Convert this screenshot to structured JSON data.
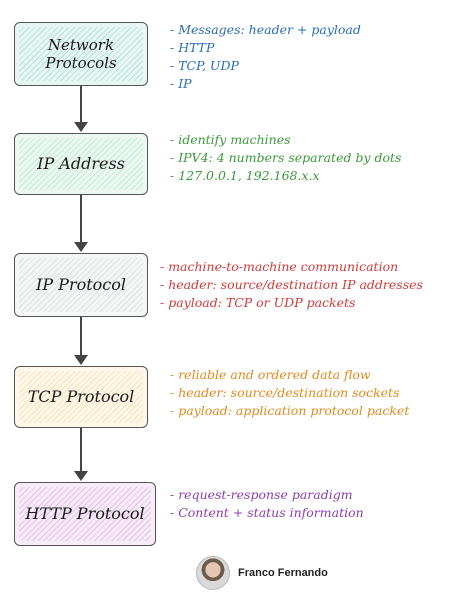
{
  "nodes": [
    {
      "label_lines": [
        "Network",
        "Protocols"
      ],
      "fill": "#e7f6f2",
      "hatch": "#b9e4da",
      "note_color": "#2a6db5",
      "notes": [
        "- Messages: header + payload",
        "- HTTP",
        "- TCP, UDP",
        "- IP"
      ]
    },
    {
      "label_lines": [
        "IP Address"
      ],
      "fill": "#ebf8f1",
      "hatch": "#c6ecd7",
      "note_color": "#3a9a3a",
      "notes": [
        "- identify machines",
        "- IPV4: 4 numbers separated by dots",
        "- 127.0.0.1, 192.168.x.x"
      ]
    },
    {
      "label_lines": [
        "IP Protocol"
      ],
      "fill": "#f4f6f6",
      "hatch": "#dde3e3",
      "note_color": "#d03a3a",
      "notes": [
        "- machine-to-machine communication",
        "- header: source/destination IP addresses",
        "- payload: TCP or UDP packets"
      ]
    },
    {
      "label_lines": [
        "TCP Protocol"
      ],
      "fill": "#fff8ea",
      "hatch": "#f5e4bf",
      "note_color": "#e08a1e",
      "notes": [
        "- reliable and ordered data flow",
        "- header: source/destination sockets",
        "- payload: application protocol packet"
      ]
    },
    {
      "label_lines": [
        "HTTP Protocol"
      ],
      "fill": "#f7ebf7",
      "hatch": "#e4c5e8",
      "note_color": "#8a3fb0",
      "notes": [
        "- request-response paradigm",
        "- Content + status information"
      ]
    }
  ],
  "author": {
    "name": "Franco Fernando",
    "icon": "avatar-photo"
  }
}
